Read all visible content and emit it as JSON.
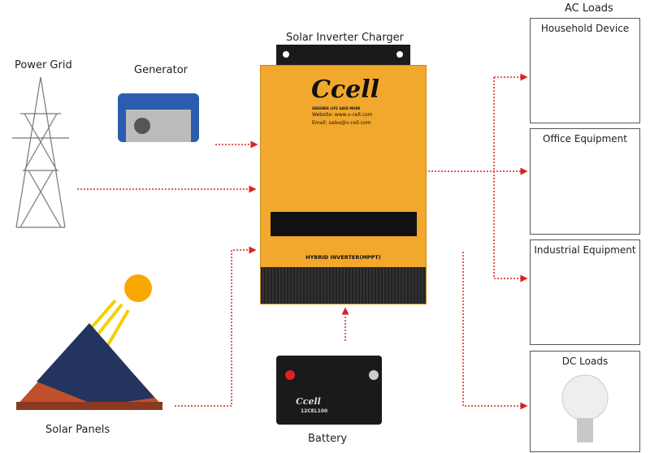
{
  "labels": {
    "power_grid": "Power Grid",
    "generator": "Generator",
    "inverter": "Solar Inverter Charger",
    "solar": "Solar Panels",
    "battery": "Battery",
    "ac_loads": "AC Loads",
    "dc_loads": "DC Loads"
  },
  "ac_boxes": [
    {
      "title": "Household Device"
    },
    {
      "title": "Office Equipment"
    },
    {
      "title": "Industrial Equipment"
    }
  ],
  "inverter": {
    "brand": "Ccell",
    "slogan": "GREENER LIFE SAVE MORE",
    "website": "Website: www.v-cell.com",
    "email": "Email: sales@v-cell.com",
    "model": "HYBRID INVERTER(MPPT)"
  },
  "battery": {
    "brand": "Ccell",
    "model": "12CEL100"
  },
  "colors": {
    "flow_line": "#e02020",
    "inverter_body": "#f2a82c",
    "box_border": "#555555"
  }
}
